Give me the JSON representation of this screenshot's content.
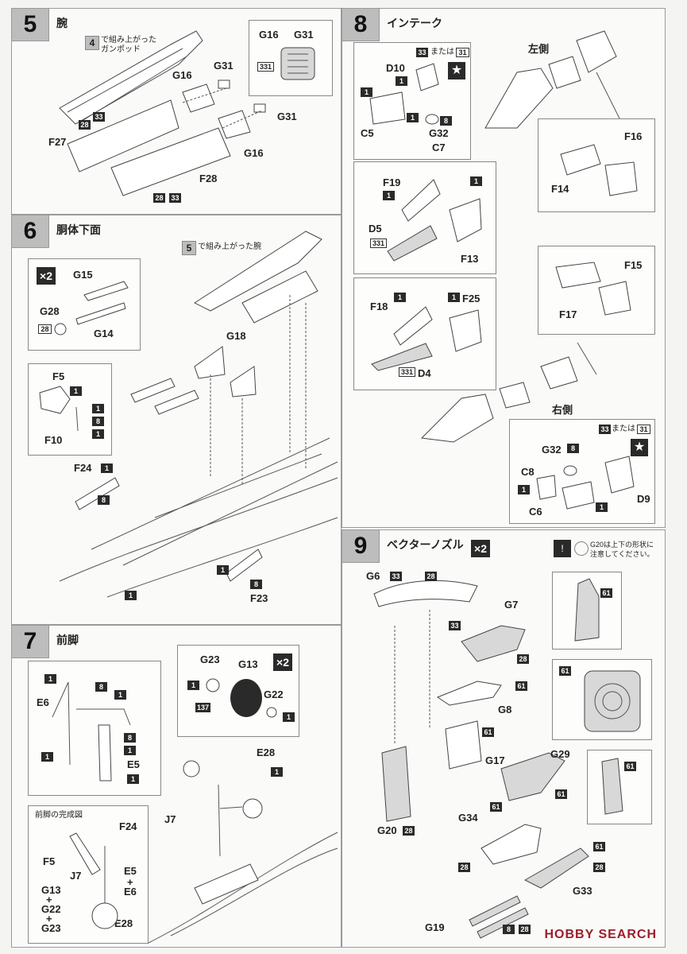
{
  "s5": {
    "num": "5",
    "title": "腕",
    "ref_num": "4",
    "ref_note": "で組み上がった\nガンポッド",
    "labels": {
      "g16a": "G16",
      "g31a": "G31",
      "g31b": "G31",
      "g16b": "G16",
      "f27": "F27",
      "f28": "F28",
      "bg16": "G16",
      "bg31": "G31"
    },
    "c28a": "28",
    "c33a": "33",
    "c28b": "28",
    "c33b": "33",
    "c331": "331"
  },
  "s6": {
    "num": "6",
    "title": "胴体下面",
    "ref_num": "5",
    "ref_note": "で組み上がった腕",
    "x2": "×2",
    "labels": {
      "g15": "G15",
      "g28": "G28",
      "g14": "G14",
      "f5": "F5",
      "f10": "F10",
      "f24": "F24",
      "g18": "G18",
      "f23": "F23"
    },
    "c28": "28",
    "c1a": "1",
    "c1b": "1",
    "c8a": "8",
    "c1c": "1",
    "c1d": "1",
    "c8b": "8",
    "c1e": "1",
    "c8c": "8",
    "c1f": "1"
  },
  "s7": {
    "num": "7",
    "title": "前脚",
    "x2": "×2",
    "labels": {
      "e6": "E6",
      "e5": "E5",
      "g23": "G23",
      "g13": "G13",
      "g22": "G22",
      "e28": "E28",
      "j7": "J7"
    },
    "c1a": "1",
    "c8a": "8",
    "c1b": "1",
    "c8b": "8",
    "c1c": "1",
    "c1d": "1",
    "c1e": "1",
    "c1f": "1",
    "c137": "137",
    "c1g": "1",
    "c1h": "1",
    "sub": {
      "title": "前脚の完成図",
      "f24": "F24",
      "f5": "F5",
      "j7": "J7",
      "e5": "E5",
      "plus1": "+",
      "e6": "E6",
      "g13": "G13",
      "plus2": "+",
      "g22": "G22",
      "plus3": "+",
      "g23": "G23",
      "e28": "E28"
    }
  },
  "s8": {
    "num": "8",
    "title": "インテーク",
    "left": "左側",
    "right": "右側",
    "labels": {
      "d10": "D10",
      "c5": "C5",
      "g32a": "G32",
      "c7": "C7",
      "f16": "F16",
      "f14": "F14",
      "f19": "F19",
      "d5": "D5",
      "f13": "F13",
      "f15": "F15",
      "f17": "F17",
      "f18": "F18",
      "f25": "F25",
      "d4": "D4",
      "g32b": "G32",
      "c8": "C8",
      "c6": "C6",
      "d9": "D9"
    },
    "ormore1": "または",
    "ormore2": "または",
    "c33a": "33",
    "c31a": "31",
    "c1a": "1",
    "c1b": "1",
    "c1c": "1",
    "c8a": "8",
    "c1d": "1",
    "c1e": "1",
    "c331a": "331",
    "c1f": "1",
    "c1g": "1",
    "c331b": "331",
    "c33b": "33",
    "c31b": "31",
    "c8b": "8",
    "c1h": "1",
    "c1i": "1"
  },
  "s9": {
    "num": "9",
    "title": "ベクターノズル",
    "x2": "×2",
    "note": "G20は上下の形状に\n注意してください。",
    "labels": {
      "g6": "G6",
      "g7": "G7",
      "g8": "G8",
      "g17": "G17",
      "g20": "G20",
      "g29": "G29",
      "g34": "G34",
      "g33": "G33",
      "g19": "G19"
    },
    "c33a": "33",
    "c28a": "28",
    "c33b": "33",
    "c28b": "28",
    "c61a": "61",
    "c61b": "61",
    "c61c": "61",
    "c61d": "61",
    "c61e": "61",
    "c61f": "61",
    "c61g": "61",
    "c28c": "28",
    "c61h": "61",
    "c28d": "28",
    "c28e": "28",
    "c8": "8",
    "c28f": "28"
  },
  "watermark": "HOBBY SEARCH"
}
